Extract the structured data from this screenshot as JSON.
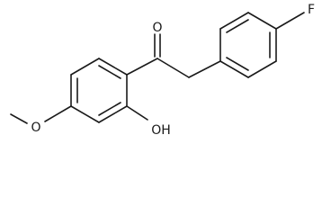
{
  "structure": {
    "atoms": {
      "carbonyl_oxygen": "O",
      "fluorine": "F",
      "methoxy_oxygen": "O",
      "hydroxyl": "OH"
    },
    "colors": {
      "bond": "#1a1a1a",
      "background": "#ffffff"
    }
  }
}
